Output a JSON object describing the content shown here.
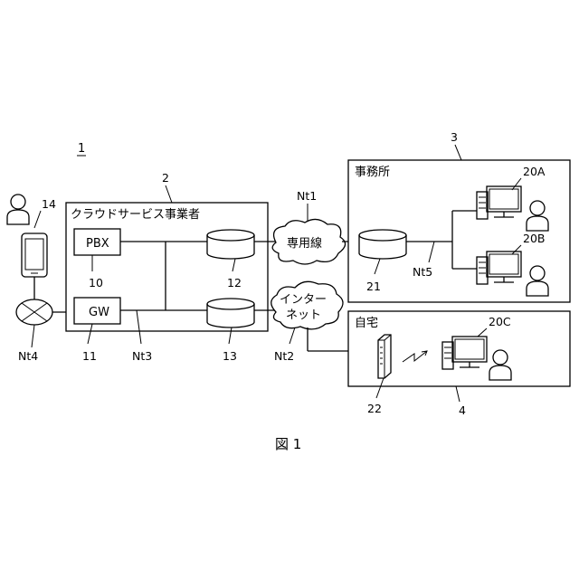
{
  "figure": {
    "system_ref": "1",
    "caption": "図 1"
  },
  "provider": {
    "ref": "2",
    "label": "クラウドサービス事業者",
    "pbx": {
      "label": "PBX",
      "ref": "10"
    },
    "gw": {
      "label": "GW",
      "ref": "11"
    },
    "server_top_ref": "12",
    "server_bottom_ref": "13",
    "network_ref": "Nt3"
  },
  "office": {
    "ref": "3",
    "label": "事務所",
    "server_ref": "21",
    "network_ref": "Nt5",
    "terminals": [
      "20A",
      "20B"
    ]
  },
  "home": {
    "ref": "4",
    "label": "自宅",
    "router_ref": "22",
    "terminal": "20C"
  },
  "networks": {
    "leased_line": {
      "label": "専用線",
      "ref": "Nt1"
    },
    "internet": {
      "label_line1": "インター",
      "label_line2": "ネット",
      "ref": "Nt2"
    },
    "phone_network_ref": "Nt4"
  },
  "external_user": {
    "ref": "14"
  }
}
